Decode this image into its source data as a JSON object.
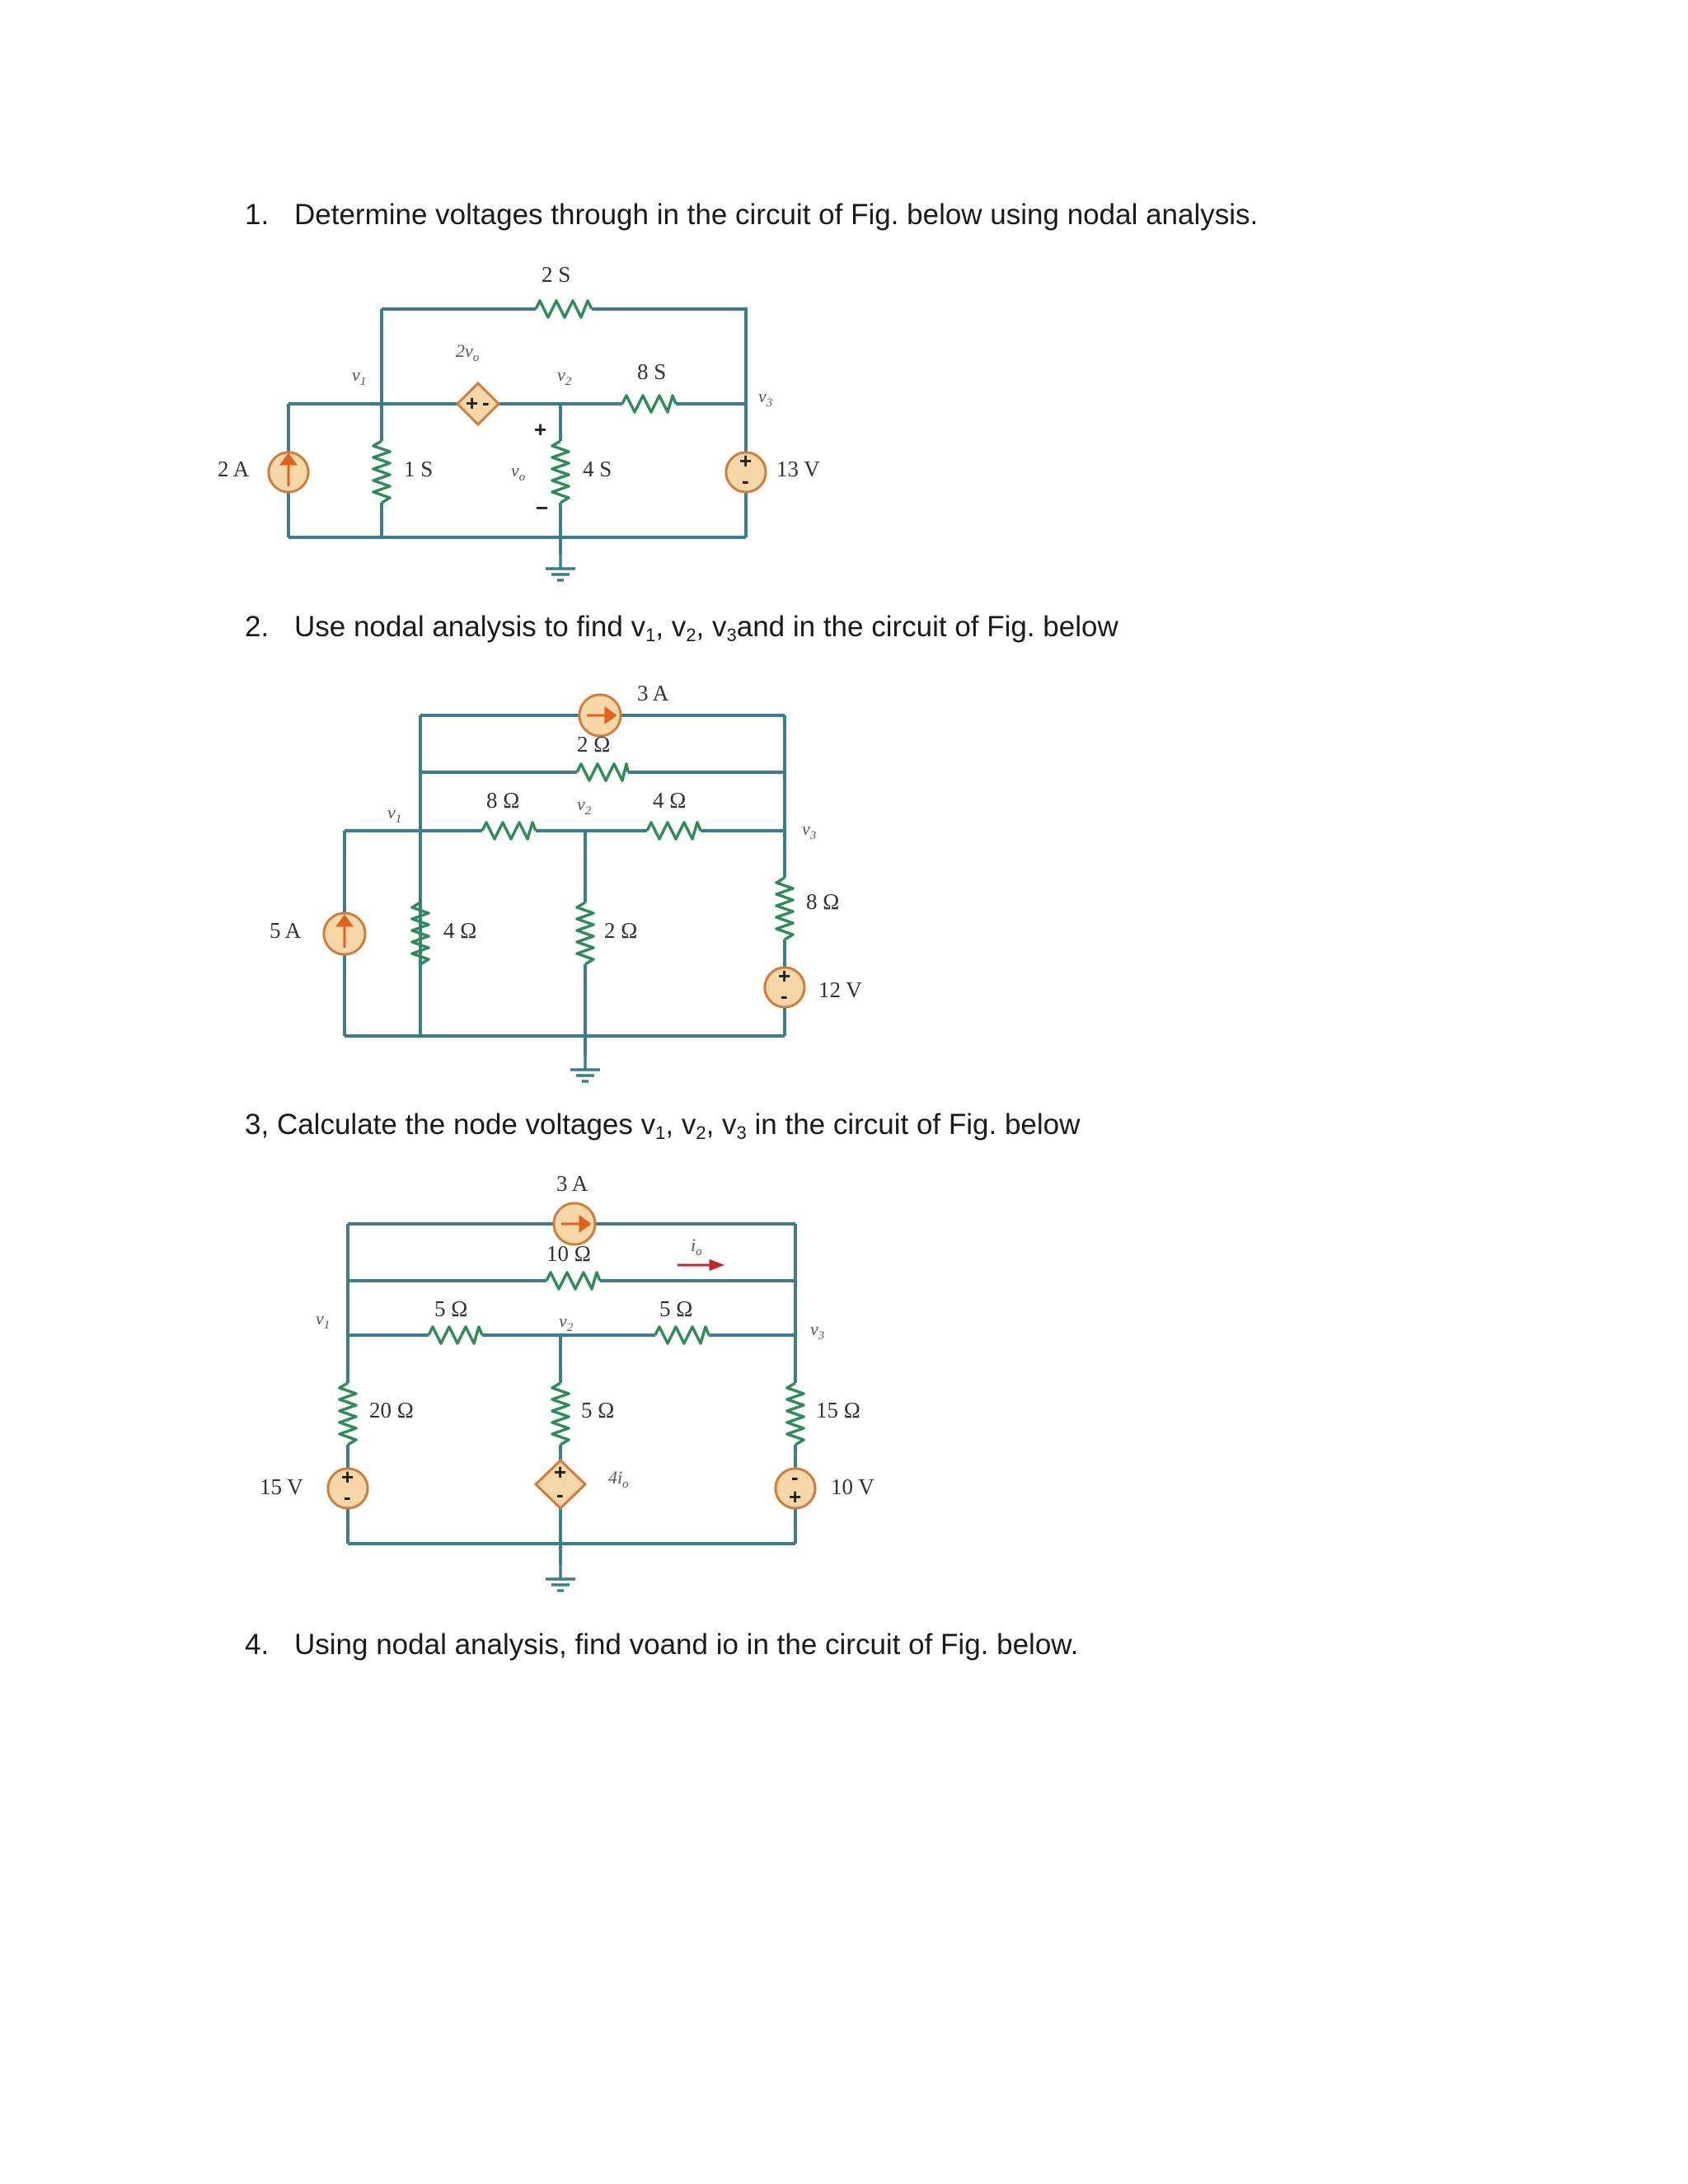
{
  "questions": [
    {
      "number": "1.",
      "text": "Determine voltages through  in the circuit of Fig. below using nodal analysis."
    },
    {
      "number": "2.",
      "text_a": "Use nodal analysis to find  v",
      "text_b": ", v",
      "text_c": ", v",
      "text_d": "and  in the circuit of Fig. below"
    },
    {
      "number": "3,",
      "text_a": "Calculate the node voltages  v",
      "text_b": ", v",
      "text_c": ", v",
      "text_d": "  in the circuit of Fig. below"
    },
    {
      "number": "4.",
      "text": "Using nodal analysis, find  voand io in the circuit of Fig. below."
    }
  ],
  "subs": {
    "one": "1",
    "two": "2",
    "three": "3"
  },
  "fig1": {
    "top_res": "2 S",
    "dep_src": "2v",
    "dep_sub": "o",
    "v1": "v",
    "v1s": "1",
    "v2": "v",
    "v2s": "2",
    "v3": "v",
    "v3s": "3",
    "mid_res": "8 S",
    "cur_src": "2 A",
    "left_res": "1 S",
    "vo": "v",
    "vos": "o",
    "right_res": "4 S",
    "volt_src": "13 V",
    "plus": "+",
    "minus": "−"
  },
  "fig2": {
    "cur_top": "3 A",
    "res_top": "2 Ω",
    "res_left_h": "8 Ω",
    "res_right_h": "4 Ω",
    "v1": "v",
    "v1s": "1",
    "v2": "v",
    "v2s": "2",
    "v3": "v",
    "v3s": "3",
    "cur_src": "5 A",
    "res_left_v": "4 Ω",
    "res_mid_v": "2 Ω",
    "res_right_v": "8 Ω",
    "volt_src": "12 V"
  },
  "fig3": {
    "cur_top": "3 A",
    "res_top": "10 Ω",
    "io": "i",
    "ios": "o",
    "res_left_h": "5 Ω",
    "res_right_h": "5 Ω",
    "v1": "v",
    "v1s": "1",
    "v2": "v",
    "v2s": "2",
    "v3": "v",
    "v3s": "3",
    "res_left_v": "20 Ω",
    "res_mid_v": "5 Ω",
    "res_right_v": "15 Ω",
    "volt_left": "15 V",
    "dep": "4i",
    "deps": "o",
    "volt_right": "10 V"
  }
}
